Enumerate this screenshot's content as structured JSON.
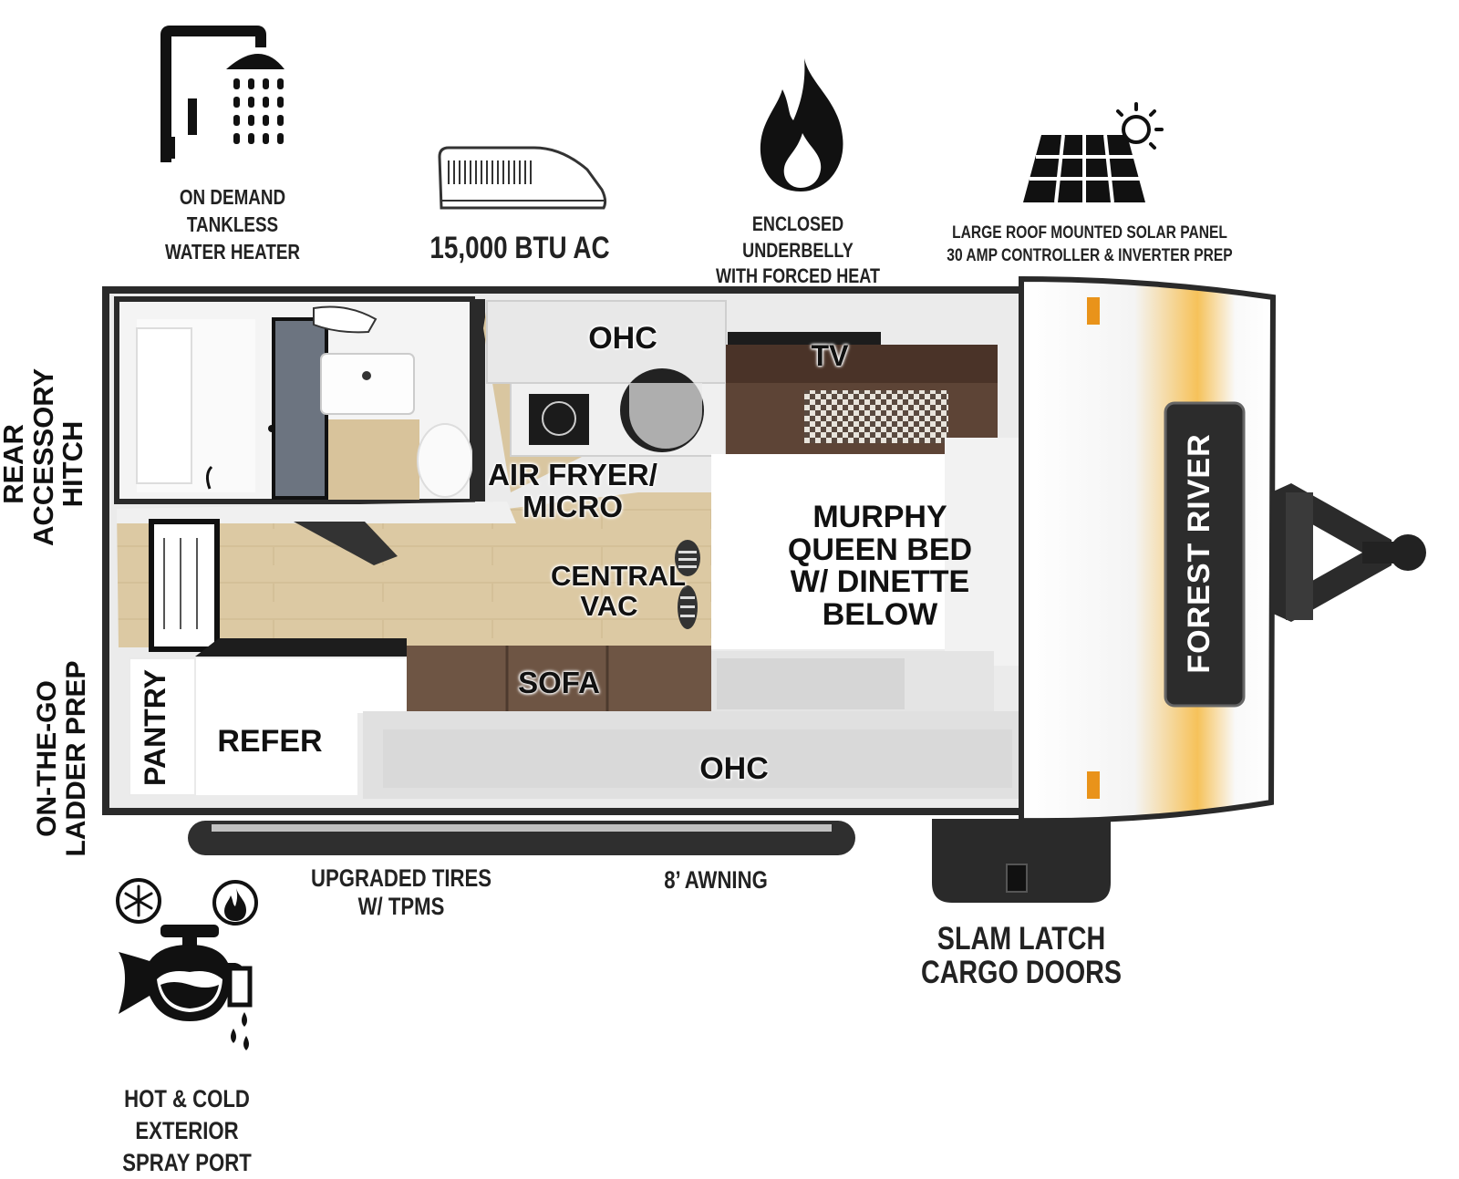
{
  "features": {
    "water_heater": {
      "icon": "shower-icon",
      "lines": [
        "ON DEMAND",
        "TANKLESS",
        "WATER HEATER"
      ]
    },
    "ac": {
      "icon": "air-conditioner-icon",
      "label": "15,000 BTU AC"
    },
    "underbelly": {
      "icon": "flame-icon",
      "lines": [
        "ENCLOSED UNDERBELLY",
        "WITH FORCED HEAT"
      ]
    },
    "solar": {
      "icon": "solar-panel-icon",
      "lines": [
        "LARGE ROOF MOUNTED SOLAR PANEL",
        "30 AMP CONTROLLER & INVERTER PREP"
      ]
    },
    "spray_port": {
      "icon": "faucet-icon",
      "lines": [
        "HOT & COLD EXTERIOR",
        "SPRAY PORT"
      ]
    },
    "tires": {
      "lines": [
        "UPGRADED TIRES",
        "W/ TPMS"
      ]
    },
    "awning": {
      "label": "8’ AWNING"
    },
    "cargo_doors": {
      "lines": [
        "SLAM LATCH",
        "CARGO DOORS"
      ]
    }
  },
  "side_labels": {
    "rear_hitch": [
      "REAR",
      "ACCESSORY",
      "HITCH"
    ],
    "ladder_prep": [
      "ON-THE-GO",
      "LADDER PREP"
    ]
  },
  "floorplan": {
    "ohc_top": "OHC",
    "tv": "TV",
    "air_fryer": [
      "AIR FRYER/",
      "MICRO"
    ],
    "central_vac": [
      "CENTRAL",
      "VAC"
    ],
    "murphy_bed": [
      "MURPHY",
      "QUEEN BED",
      "W/ DINETTE",
      "BELOW"
    ],
    "sofa": "SOFA",
    "pantry": "PANTRY",
    "refer": "REFER",
    "ohc_bottom": "OHC",
    "brand": "FOREST RIVER"
  },
  "colors": {
    "wall": "#2a2a2a",
    "floor_wood": "#d9c6a0",
    "sofa_brown": "#6e5544",
    "dark_wood": "#4a3328",
    "accent_orange": "#f0a028"
  }
}
